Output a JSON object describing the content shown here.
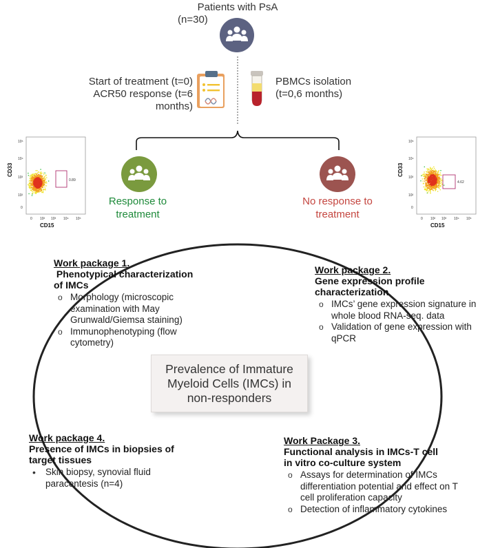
{
  "header": {
    "patients_line1": "Patients with PsA",
    "patients_line2": "(n=30)"
  },
  "timeline": {
    "left_line1": "Start of treatment (t=0)",
    "left_line2": "ACR50 response (t=6",
    "left_line3": "months)",
    "right_line1": "PBMCs isolation",
    "right_line2": "(t=0,6 months)"
  },
  "groups": {
    "responders_line1": "Response to",
    "responders_line2": "treatment",
    "responders_color": "#1e8a3a",
    "responders_icon_color": "#7a9a3e",
    "nonresponders_line1": "No response to",
    "nonresponders_line2": "treatment",
    "nonresponders_color": "#c4453f",
    "nonresponders_icon_color": "#9c5450",
    "patients_icon_color": "#5c6281"
  },
  "flow_left": {
    "y_axis": "CD33",
    "x_axis": "CD15",
    "gate_value": "0.89",
    "y_ticks": [
      "10⁵",
      "10⁴",
      "10³",
      "10²",
      "0"
    ],
    "x_ticks": [
      "0",
      "10²",
      "10³",
      "10⁴",
      "10⁵"
    ]
  },
  "flow_right": {
    "y_axis": "CD33",
    "x_axis": "CD15",
    "gate_value": "4.62",
    "y_ticks": [
      "10⁵",
      "10⁴",
      "10³",
      "10²",
      "0"
    ],
    "x_ticks": [
      "0",
      "10²",
      "10³",
      "10⁴",
      "10⁵"
    ]
  },
  "center": {
    "line1": "Prevalence of Immature",
    "line2": "Myeloid Cells (IMCs) in",
    "line3": "non-responders"
  },
  "wp1": {
    "title": "Work package 1.",
    "subtitle_line1": " Phenotypical characterization",
    "subtitle_line2": "of IMCs",
    "items": [
      "Morphology (microscopic examination with May Grunwald/Giemsa staining)",
      "Immunophenotyping (flow cytometry)"
    ]
  },
  "wp2": {
    "title": "Work package 2.",
    "subtitle_line1": "Gene expression profile",
    "subtitle_line2": "characterization",
    "items": [
      "IMCs’ gene expression signature in whole blood RNA-seq. data",
      "Validation of gene expression with qPCR"
    ]
  },
  "wp3": {
    "title": "Work Package 3.",
    "subtitle_line1": "Functional analysis in IMCs-T cell",
    "subtitle_line2": "in vitro co-culture system",
    "items": [
      "Assays for determination of IMCs differentiation potential and effect on T cell proliferation capacity",
      "Detection of inflammatory cytokines"
    ]
  },
  "wp4": {
    "title": "Work package 4.",
    "subtitle_line1": "Presence of IMCs in biopsies of",
    "subtitle_line2": "target tissues",
    "items": [
      "Skin biopsy, synovial fluid paracentesis (n=4)"
    ]
  }
}
